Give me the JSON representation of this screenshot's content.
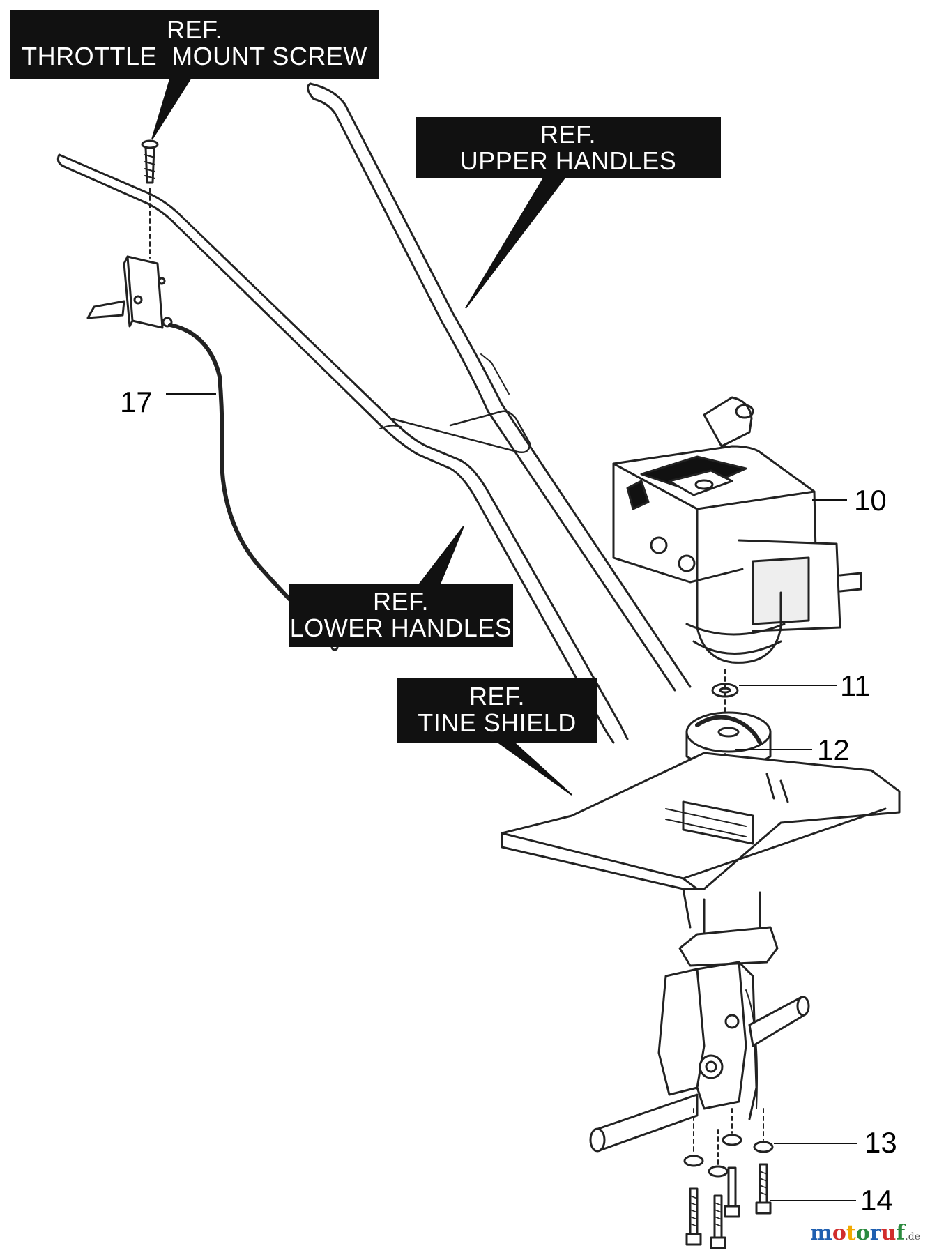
{
  "labels": {
    "throttle_mount_screw": {
      "line1": "REF.",
      "line2": "THROTTLE  MOUNT SCREW"
    },
    "upper_handles": {
      "line1": "REF.",
      "line2": "UPPER HANDLES"
    },
    "lower_handles": {
      "line1": "REF.",
      "line2": "LOWER HANDLES"
    },
    "tine_shield": {
      "line1": "REF.",
      "line2": "TINE SHIELD"
    }
  },
  "callouts": {
    "c10": "10",
    "c11": "11",
    "c12": "12",
    "c13": "13",
    "c14": "14",
    "c17": "17"
  },
  "watermark": {
    "parts": [
      "m",
      "o",
      "t",
      "o",
      "r",
      "u",
      "f"
    ],
    "colors": [
      "#1f5fb0",
      "#d12d2d",
      "#f2a900",
      "#2b8a3e",
      "#1f5fb0",
      "#d12d2d",
      "#2b8a3e"
    ],
    "suffix": ".de"
  }
}
